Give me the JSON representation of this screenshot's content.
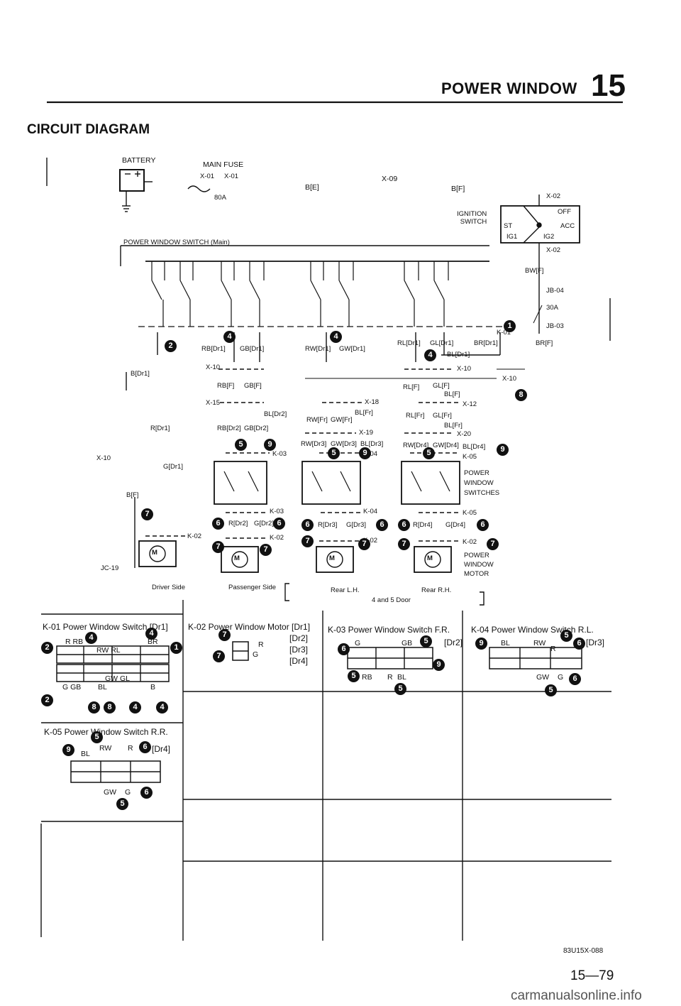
{
  "header": {
    "title": "POWER WINDOW",
    "chapter": "15"
  },
  "section_title": "CIRCUIT DIAGRAM",
  "top_labels": {
    "battery": "BATTERY",
    "main_fuse": "MAIN FUSE",
    "x01a": "X-01",
    "x01b": "X-01",
    "fuse_80a": "80A",
    "b_e": "B[E]",
    "x09": "X-09",
    "b_f_top": "B[F]",
    "ignition_switch": "IGNITION\nSWITCH",
    "x02_top": "X-02",
    "x02_bot": "X-02",
    "ign_off": "OFF",
    "ign_st": "ST",
    "ign_ig1": "IG1",
    "ign_ig2": "IG2",
    "ign_acc": "ACC",
    "bw_f": "BW[F]",
    "jb04": "JB-04",
    "fuse_30a": "30A",
    "jb03": "JB-03",
    "br_f": "BR[F]",
    "k01": "K-01",
    "x10_right": "X-10",
    "pw_switch_main": "POWER WINDOW SWITCH (Main)"
  },
  "mid_labels": {
    "b_dr1": "B[Dr1]",
    "rb_dr1": "RB[Dr1]",
    "gb_dr1": "GB[Dr1]",
    "rw_dr1": "RW[Dr1]",
    "gw_dr1": "GW[Dr1]",
    "rl_dr1": "RL[Dr1]",
    "gl_dr1": "GL[Dr1]",
    "br_dr1": "BR[Dr1]",
    "bl_dr1": "BL[Dr1]",
    "x10_a": "X-10",
    "x10_b": "X-10",
    "rb_f": "RB[F]",
    "gb_f": "GB[F]",
    "rl_f": "RL[F]",
    "gl_f": "GL[F]",
    "bl_f": "BL[F]",
    "x15": "X-15",
    "x18": "X-18",
    "x12": "X-12",
    "bl_dr2": "BL[Dr2]",
    "rw_fr": "RW[Fr]",
    "gw_fr": "GW[Fr]",
    "bl_fr_a": "BL[Fr]",
    "rl_fr": "RL[Fr]",
    "gl_fr": "GL[Fr]",
    "bl_fr_b": "BL[Fr]",
    "r_dr1": "R[Dr1]",
    "rb_dr2": "RB[Dr2]",
    "gb_dr2": "GB[Dr2]",
    "x19": "X-19",
    "x20": "X-20",
    "rw_dr3": "RW[Dr3]",
    "gw_dr3": "GW[Dr3]",
    "bl_dr3": "BL[Dr3]",
    "rw_dr4": "RW[Dr4]",
    "gw_dr4": "GW[Dr4]",
    "bl_dr4": "BL[Dr4]",
    "x10_left": "X-10",
    "g_dr1": "G[Dr1]",
    "k03_top": "K-03",
    "k04_top": "K-04",
    "k05_top": "K-05",
    "pw_switches": "POWER\nWINDOW\nSWITCHES",
    "b_f_left": "B[F]",
    "k03": "K-03",
    "k04": "K-04",
    "k05": "K-05",
    "r_dr2": "R[Dr2]",
    "g_dr2": "G[Dr2]",
    "r_dr3": "R[Dr3]",
    "g_dr3": "G[Dr3]",
    "r_dr4": "R[Dr4]",
    "g_dr4": "G[Dr4]",
    "k02_a": "K-02",
    "k02_b": "K-02",
    "k02_c": "K-02",
    "k02_d": "K-02",
    "pw_motor": "POWER\nWINDOW\nMOTOR",
    "jc19": "JC-19",
    "driver_side": "Driver Side",
    "passenger_side": "Passenger Side",
    "rear_lh": "Rear L.H.",
    "rear_rh": "Rear R.H.",
    "four_five_door": "4 and 5 Door",
    "motor_m": "M"
  },
  "connectors": {
    "k01_title": "K-01 Power Window Switch [Dr1]",
    "k01_pins_top": "R  RB",
    "k01_pins_top2": "RW  RL",
    "k01_pins_bot": "G  GB",
    "k01_pins_bot2": "GW  GL",
    "k01_pins_bot3": "BL",
    "k01_pins_b": "B",
    "k01_br": "BR",
    "k02_title": "K-02 Power Window Motor [Dr1]",
    "k02_dr2": "[Dr2]",
    "k02_dr3": "[Dr3]",
    "k02_dr4": "[Dr4]",
    "k02_r": "R",
    "k02_g": "G",
    "k03_title": "K-03 Power Window Switch F.R.",
    "k03_dr2": "[Dr2]",
    "k03_g": "G",
    "k03_gb": "GB",
    "k03_rb": "RB",
    "k03_r": "R",
    "k03_bl": "BL",
    "k04_title": "K-04 Power Window Switch R.L.",
    "k04_dr3": "[Dr3]",
    "k04_bl": "BL",
    "k04_rw": "RW",
    "k04_r": "R",
    "k04_gw": "GW",
    "k04_g": "G",
    "k05_title": "K-05 Power Window Switch R.R.",
    "k05_dr4": "[Dr4]",
    "k05_bl": "BL",
    "k05_rw": "RW",
    "k05_r": "R",
    "k05_gw": "GW",
    "k05_g": "G"
  },
  "footer": {
    "code": "83U15X-088",
    "page": "15—79",
    "watermark": "carmanualsonline.info"
  },
  "circle_numbers": [
    "1",
    "2",
    "4",
    "5",
    "6",
    "7",
    "8",
    "9"
  ]
}
